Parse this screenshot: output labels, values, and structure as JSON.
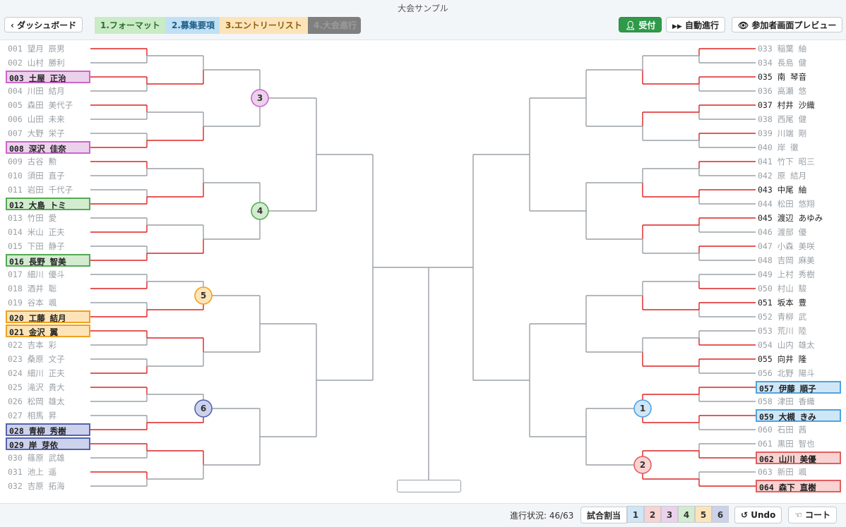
{
  "window": {
    "title": "大会サンプル"
  },
  "toolbar": {
    "dashboard_label": "ダッシュボード",
    "tabs": [
      {
        "label": "1.フォーマット",
        "color": "#c9ebc5"
      },
      {
        "label": "2.募集要項",
        "color": "#bfe0f5"
      },
      {
        "label": "3.エントリーリスト",
        "color": "#fde4b8"
      },
      {
        "label": "4.大会進行",
        "color": "#7f7f7f"
      }
    ],
    "reception_label": "受付",
    "auto_label": "自動進行",
    "preview_label": "参加者画面プレビュー"
  },
  "entries": [
    {
      "num": "001",
      "name": "望月 辰男"
    },
    {
      "num": "002",
      "name": "山村 勝利"
    },
    {
      "num": "003",
      "name": "土屋 正治"
    },
    {
      "num": "004",
      "name": "川田 結月"
    },
    {
      "num": "005",
      "name": "森田 美代子"
    },
    {
      "num": "006",
      "name": "山田 未来"
    },
    {
      "num": "007",
      "name": "大野 栄子"
    },
    {
      "num": "008",
      "name": "深沢 佳奈"
    },
    {
      "num": "009",
      "name": "古谷 勲"
    },
    {
      "num": "010",
      "name": "須田 直子"
    },
    {
      "num": "011",
      "name": "岩田 千代子"
    },
    {
      "num": "012",
      "name": "大島 トミ"
    },
    {
      "num": "013",
      "name": "竹田 愛"
    },
    {
      "num": "014",
      "name": "米山 正夫"
    },
    {
      "num": "015",
      "name": "下田 静子"
    },
    {
      "num": "016",
      "name": "長野 智美"
    },
    {
      "num": "017",
      "name": "細川 優斗"
    },
    {
      "num": "018",
      "name": "酒井 聡"
    },
    {
      "num": "019",
      "name": "谷本 颯"
    },
    {
      "num": "020",
      "name": "工藤 結月"
    },
    {
      "num": "021",
      "name": "金沢 翼"
    },
    {
      "num": "022",
      "name": "吉本 彩"
    },
    {
      "num": "023",
      "name": "桑原 文子"
    },
    {
      "num": "024",
      "name": "細川 正夫"
    },
    {
      "num": "025",
      "name": "滝沢 貴大"
    },
    {
      "num": "026",
      "name": "松岡 雄太"
    },
    {
      "num": "027",
      "name": "相馬 昇"
    },
    {
      "num": "028",
      "name": "青柳 秀樹"
    },
    {
      "num": "029",
      "name": "岸 芽依"
    },
    {
      "num": "030",
      "name": "篠原 武雄"
    },
    {
      "num": "031",
      "name": "池上 遥"
    },
    {
      "num": "032",
      "name": "吉原 拓海"
    },
    {
      "num": "033",
      "name": "稲葉 紬"
    },
    {
      "num": "034",
      "name": "長島 健"
    },
    {
      "num": "035",
      "name": "南 琴音"
    },
    {
      "num": "036",
      "name": "高瀬 悠"
    },
    {
      "num": "037",
      "name": "村井 沙織"
    },
    {
      "num": "038",
      "name": "西尾 健"
    },
    {
      "num": "039",
      "name": "川端 剛"
    },
    {
      "num": "040",
      "name": "岸 徹"
    },
    {
      "num": "041",
      "name": "竹下 昭三"
    },
    {
      "num": "042",
      "name": "原 結月"
    },
    {
      "num": "043",
      "name": "中尾 紬"
    },
    {
      "num": "044",
      "name": "松田 悠翔"
    },
    {
      "num": "045",
      "name": "渡辺 あゆみ"
    },
    {
      "num": "046",
      "name": "渡部 優"
    },
    {
      "num": "047",
      "name": "小森 美咲"
    },
    {
      "num": "048",
      "name": "吉岡 麻美"
    },
    {
      "num": "049",
      "name": "上村 秀樹"
    },
    {
      "num": "050",
      "name": "村山 駿"
    },
    {
      "num": "051",
      "name": "坂本 豊"
    },
    {
      "num": "052",
      "name": "青柳 武"
    },
    {
      "num": "053",
      "name": "荒川 陸"
    },
    {
      "num": "054",
      "name": "山内 雄太"
    },
    {
      "num": "055",
      "name": "向井 隆"
    },
    {
      "num": "056",
      "name": "北野 陽斗"
    },
    {
      "num": "057",
      "name": "伊藤 順子"
    },
    {
      "num": "058",
      "name": "津田 香織"
    },
    {
      "num": "059",
      "name": "大槻 きみ"
    },
    {
      "num": "060",
      "name": "石田 茜"
    },
    {
      "num": "061",
      "name": "黒田 智也"
    },
    {
      "num": "062",
      "name": "山川 美優"
    },
    {
      "num": "063",
      "name": "新田 颯"
    },
    {
      "num": "064",
      "name": "森下 直樹"
    }
  ],
  "r1_winners": [
    1,
    3,
    5,
    8,
    9,
    12,
    14,
    16,
    18,
    20,
    21,
    24,
    25,
    28,
    29,
    31,
    33,
    35,
    37,
    39,
    41,
    43,
    45,
    47,
    50,
    51,
    54,
    55,
    57,
    59,
    62,
    64
  ],
  "r2_winners": [
    3,
    8,
    12,
    16,
    20,
    21,
    28,
    29,
    35,
    37,
    43,
    45,
    51,
    55,
    57,
    59,
    62,
    64
  ],
  "dark_entries": [
    35,
    37,
    43,
    45,
    51,
    55
  ],
  "courts": [
    {
      "label": "3",
      "color": "#cc66cc",
      "fill": "#ecd1ec",
      "entries": [
        3,
        8
      ]
    },
    {
      "label": "4",
      "color": "#55aa55",
      "fill": "#d3ecd0",
      "entries": [
        12,
        16
      ]
    },
    {
      "label": "5",
      "color": "#f0a020",
      "fill": "#fde4b8",
      "entries": [
        20,
        21
      ]
    },
    {
      "label": "6",
      "color": "#5564b0",
      "fill": "#cdd2ec",
      "entries": [
        28,
        29
      ]
    },
    {
      "label": "1",
      "color": "#4fa3e0",
      "fill": "#cfe6f7",
      "entries": [
        57,
        59
      ]
    },
    {
      "label": "2",
      "color": "#e06060",
      "fill": "#f9d2d2",
      "entries": [
        62,
        64
      ]
    }
  ],
  "status": {
    "progress_label": "進行状況: 46/63",
    "assign_label": "試合割当",
    "court_buttons": [
      {
        "label": "1",
        "color": "#cfe6f7"
      },
      {
        "label": "2",
        "color": "#f9d2d2"
      },
      {
        "label": "3",
        "color": "#ecd1ec"
      },
      {
        "label": "4",
        "color": "#d3ecd0"
      },
      {
        "label": "5",
        "color": "#fde4b8"
      },
      {
        "label": "6",
        "color": "#cdd2ec"
      }
    ],
    "undo_label": "Undo",
    "court_label": "コート"
  },
  "colors": {
    "win_line": "#dd2222",
    "line": "#9aa0a6"
  }
}
